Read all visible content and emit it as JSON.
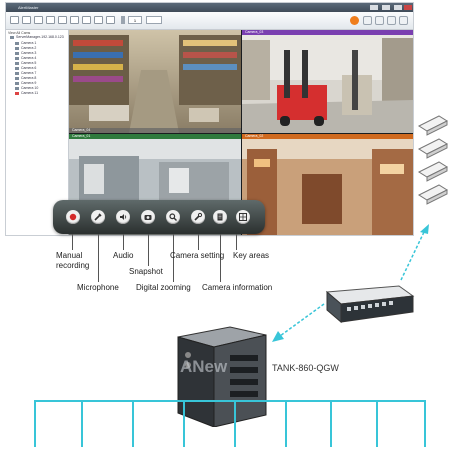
{
  "window": {
    "title": "AlertMaster",
    "toolbar_page": "1",
    "sidebar_header": "View    All Cams",
    "tree": [
      "ServerManager-192.168.0.123",
      "Camera 1",
      "Camera 2",
      "Camera 3",
      "Camera 4",
      "Camera 5",
      "Camera 6",
      "Camera 7",
      "Camera 8",
      "Camera 9",
      "Camera 10",
      "Camera 11"
    ],
    "cams": [
      {
        "label": "Camera_04",
        "bar_color": "#6b6b6b"
      },
      {
        "label": "Camera_03",
        "bar_color": "#7a3fb0"
      },
      {
        "label": "Camera_01",
        "bar_color": "#2f7a3d"
      },
      {
        "label": "Camera_02",
        "bar_color": "#d06a1f"
      }
    ]
  },
  "controls": [
    {
      "name": "manual-recording-icon",
      "glyph": "record"
    },
    {
      "name": "microphone-icon",
      "glyph": "mic"
    },
    {
      "name": "audio-icon",
      "glyph": "speaker"
    },
    {
      "name": "snapshot-icon",
      "glyph": "camera"
    },
    {
      "name": "digital-zoom-icon",
      "glyph": "zoom"
    },
    {
      "name": "camera-setting-icon",
      "glyph": "wrench"
    },
    {
      "name": "camera-information-icon",
      "glyph": "info"
    },
    {
      "name": "key-areas-icon",
      "glyph": "areas"
    }
  ],
  "labels": {
    "manual_recording": "Manual\nrecording",
    "microphone": "Microphone",
    "audio": "Audio",
    "snapshot": "Snapshot",
    "digital_zooming": "Digital zooming",
    "camera_setting": "Camera setting",
    "key_areas": "Key areas",
    "camera_information": "Camera information"
  },
  "device": {
    "name": "TANK-860-QGW",
    "watermark": "ANew"
  },
  "colors": {
    "accent_arrow": "#38c5d8",
    "record_red": "#d42a2a"
  }
}
